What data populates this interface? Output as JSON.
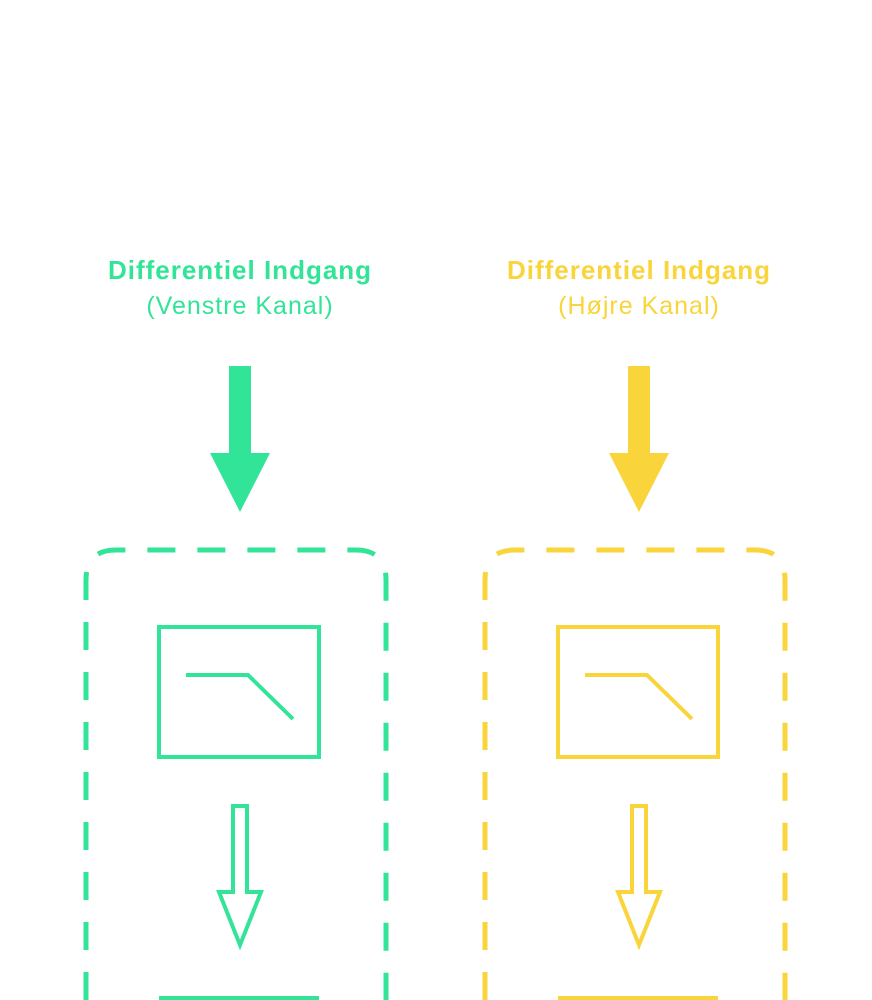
{
  "channels": [
    {
      "title": "Differentiel Indgang",
      "subtitle": "(Venstre Kanal)",
      "color": "#32E497"
    },
    {
      "title": "Differentiel Indgang",
      "subtitle": "(Højre Kanal)",
      "color": "#F9D43A"
    }
  ],
  "icons": [
    "input-arrow-icon",
    "low-pass-filter-icon",
    "hollow-arrow-icon"
  ]
}
